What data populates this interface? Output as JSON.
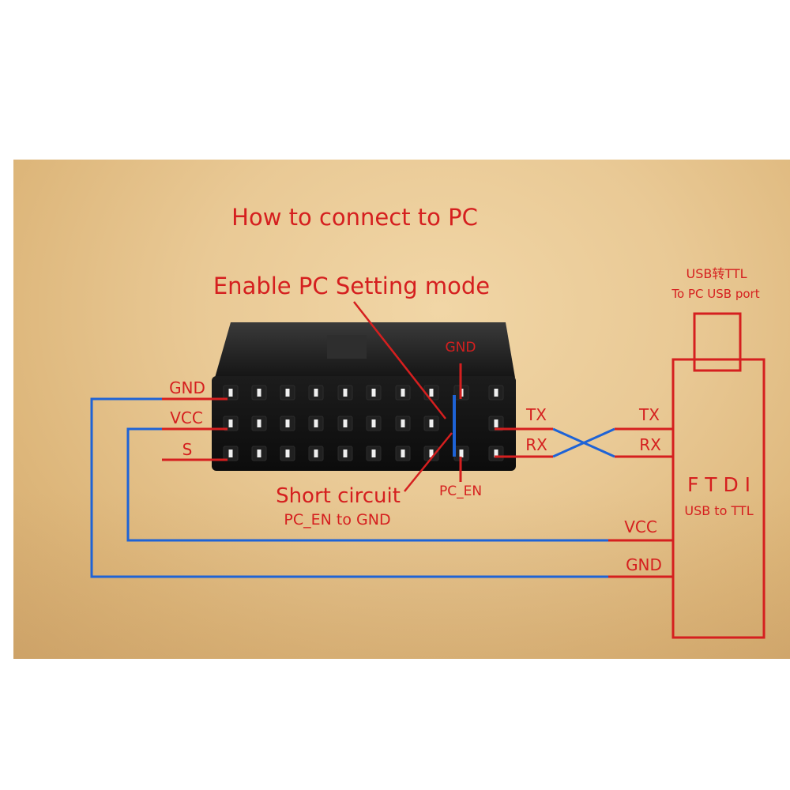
{
  "title": "How to connect to PC",
  "enable_label": "Enable PC Setting mode",
  "receiver": {
    "left_pins": [
      "GND",
      "VCC",
      "S"
    ],
    "right_pins": [
      "TX",
      "RX"
    ],
    "top_pin": "GND",
    "bottom_pin": "PC_EN"
  },
  "short_circuit": {
    "title": "Short circuit",
    "subtitle": "PC_EN to GND"
  },
  "usb": {
    "line1": "USB转TTL",
    "line2": "To PC USB port"
  },
  "ftdi": {
    "name": "F T D I",
    "subtitle": "USB to TTL",
    "pins": [
      "TX",
      "RX",
      "VCC",
      "GND"
    ]
  },
  "colors": {
    "label_red": "#d51f1f",
    "wire_blue": "#1e63d6",
    "receiver_body": "#1a1a1a"
  }
}
